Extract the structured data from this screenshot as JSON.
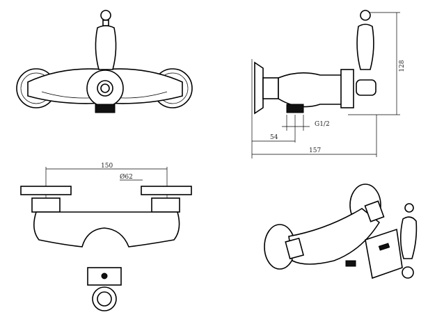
{
  "title": "Wall-mounted mixer technical drawing",
  "dimensions": {
    "height": "128",
    "thread": "G1/2",
    "wall_to_outlet": "54",
    "depth": "157",
    "centers": "150",
    "flange_diameter": "Ø62"
  },
  "colors": {
    "line": "#000000",
    "background": "#ffffff"
  }
}
